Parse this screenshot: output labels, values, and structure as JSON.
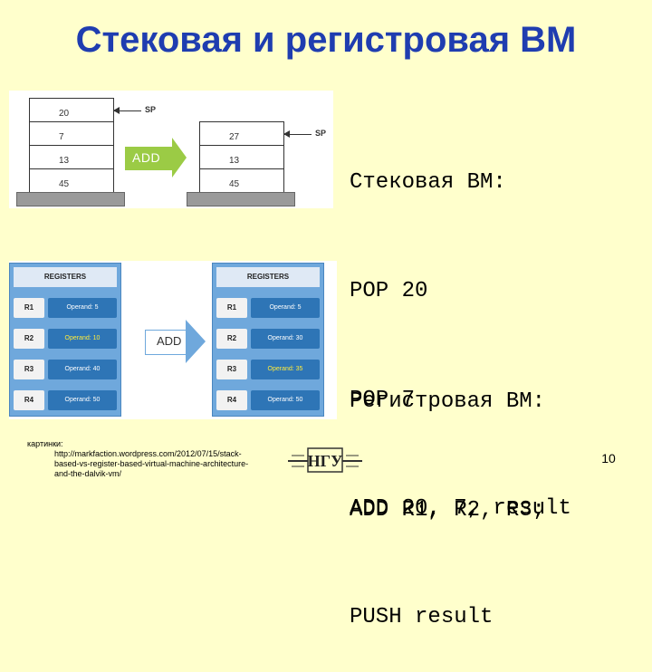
{
  "slide": {
    "title": "Стековая и регистровая ВМ",
    "page_number": "10"
  },
  "stack_figure": {
    "before": [
      "20",
      "7",
      "13",
      "45"
    ],
    "after": [
      "27",
      "13",
      "45"
    ],
    "sp_label": "SP",
    "op_label": "ADD"
  },
  "register_figure": {
    "header": "REGISTERS",
    "op_label": "ADD",
    "before": [
      {
        "name": "R1",
        "value": "Operand: 5"
      },
      {
        "name": "R2",
        "value": "Operand: 10"
      },
      {
        "name": "R3",
        "value": "Operand: 40"
      },
      {
        "name": "R4",
        "value": "Operand: 50"
      }
    ],
    "after": [
      {
        "name": "R1",
        "value": "Operand: 5"
      },
      {
        "name": "R2",
        "value": "Operand: 30"
      },
      {
        "name": "R3",
        "value": "Operand: 35"
      },
      {
        "name": "R4",
        "value": "Operand: 50"
      }
    ]
  },
  "code": {
    "stack_lines": [
      "Стековая ВМ:",
      "POP 20",
      "POP 7",
      "ADD 20, 7, result",
      "PUSH result"
    ],
    "register_lines": [
      "Регистровая ВМ:",
      "ADD R1, R2, R3;"
    ]
  },
  "credits": {
    "label": "картинки:",
    "url_lines": [
      "http://markfaction.wordpress.com/2012/07/15/stack-",
      "based-vs-register-based-virtual-machine-architecture-",
      "and-the-dalvik-vm/"
    ]
  },
  "logo": {
    "text": "НГУ"
  }
}
